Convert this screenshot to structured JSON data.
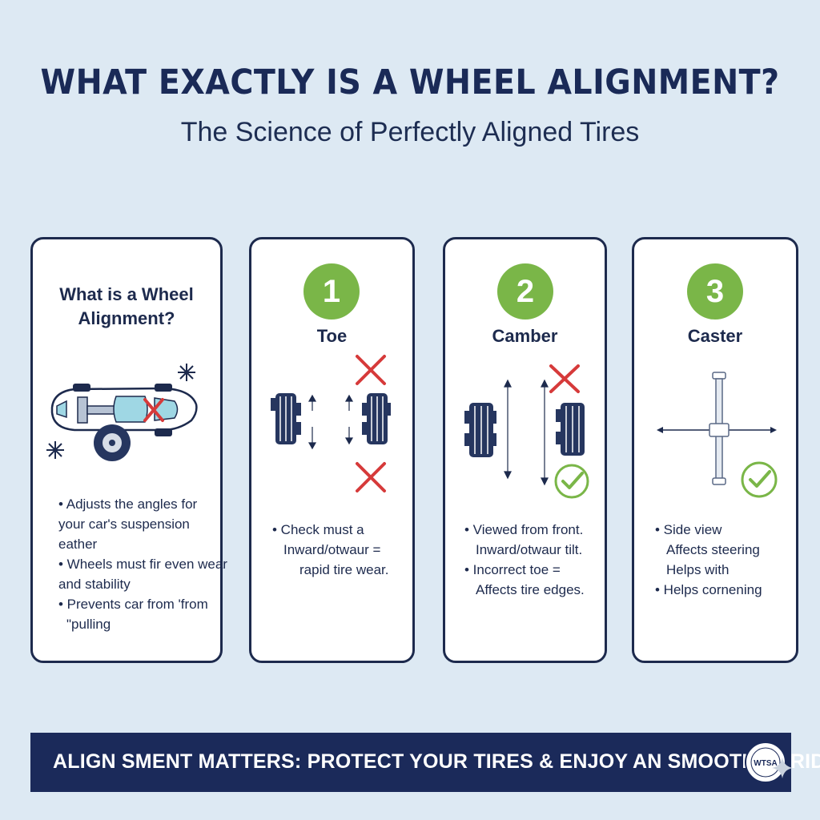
{
  "header": {
    "title": "WHAT EXACTLY IS A WHEEL ALIGNMENT?",
    "subtitle": "The Science of Perfectly Aligned Tires"
  },
  "cards": [
    {
      "heading_line1": "What is a Wheel",
      "heading_line2": "Alignment?",
      "bullets": [
        "• Adjusts the angles for",
        "your car's suspension",
        "eather",
        "• Wheels must fir even wear",
        "and stability",
        "• Prevents car from 'from",
        "\"pulling"
      ]
    },
    {
      "number": "1",
      "heading": "Toe",
      "bullets": [
        "• Check must a",
        "Inward/otwaur =",
        "rapid tire wear."
      ]
    },
    {
      "number": "2",
      "heading": "Camber",
      "bullets": [
        "• Viewed from front.",
        "Inward/otwaur tilt.",
        "• Incorrect toe =",
        "Affects tire edges."
      ]
    },
    {
      "number": "3",
      "heading": "Caster",
      "bullets": [
        "• Side view",
        "Affects steering",
        "Helps with",
        "• Helps cornening"
      ]
    }
  ],
  "banner": {
    "text": "ALIGN SMENT MATTERS: PROTECT YOUR TIRES & ENJOY AN SMOOTHER RIDE.",
    "seal_text": "WTSA"
  },
  "colors": {
    "background": "#dde9f3",
    "navy": "#1b2a5a",
    "green": "#7ab648",
    "red": "#d63a3a",
    "tire": "#26365f"
  },
  "icons": [
    "snowflake-icon",
    "car-icon",
    "tire-icon",
    "cross-icon",
    "check-icon",
    "arrow-icon",
    "caster-axis-icon",
    "sparkle-icon"
  ]
}
